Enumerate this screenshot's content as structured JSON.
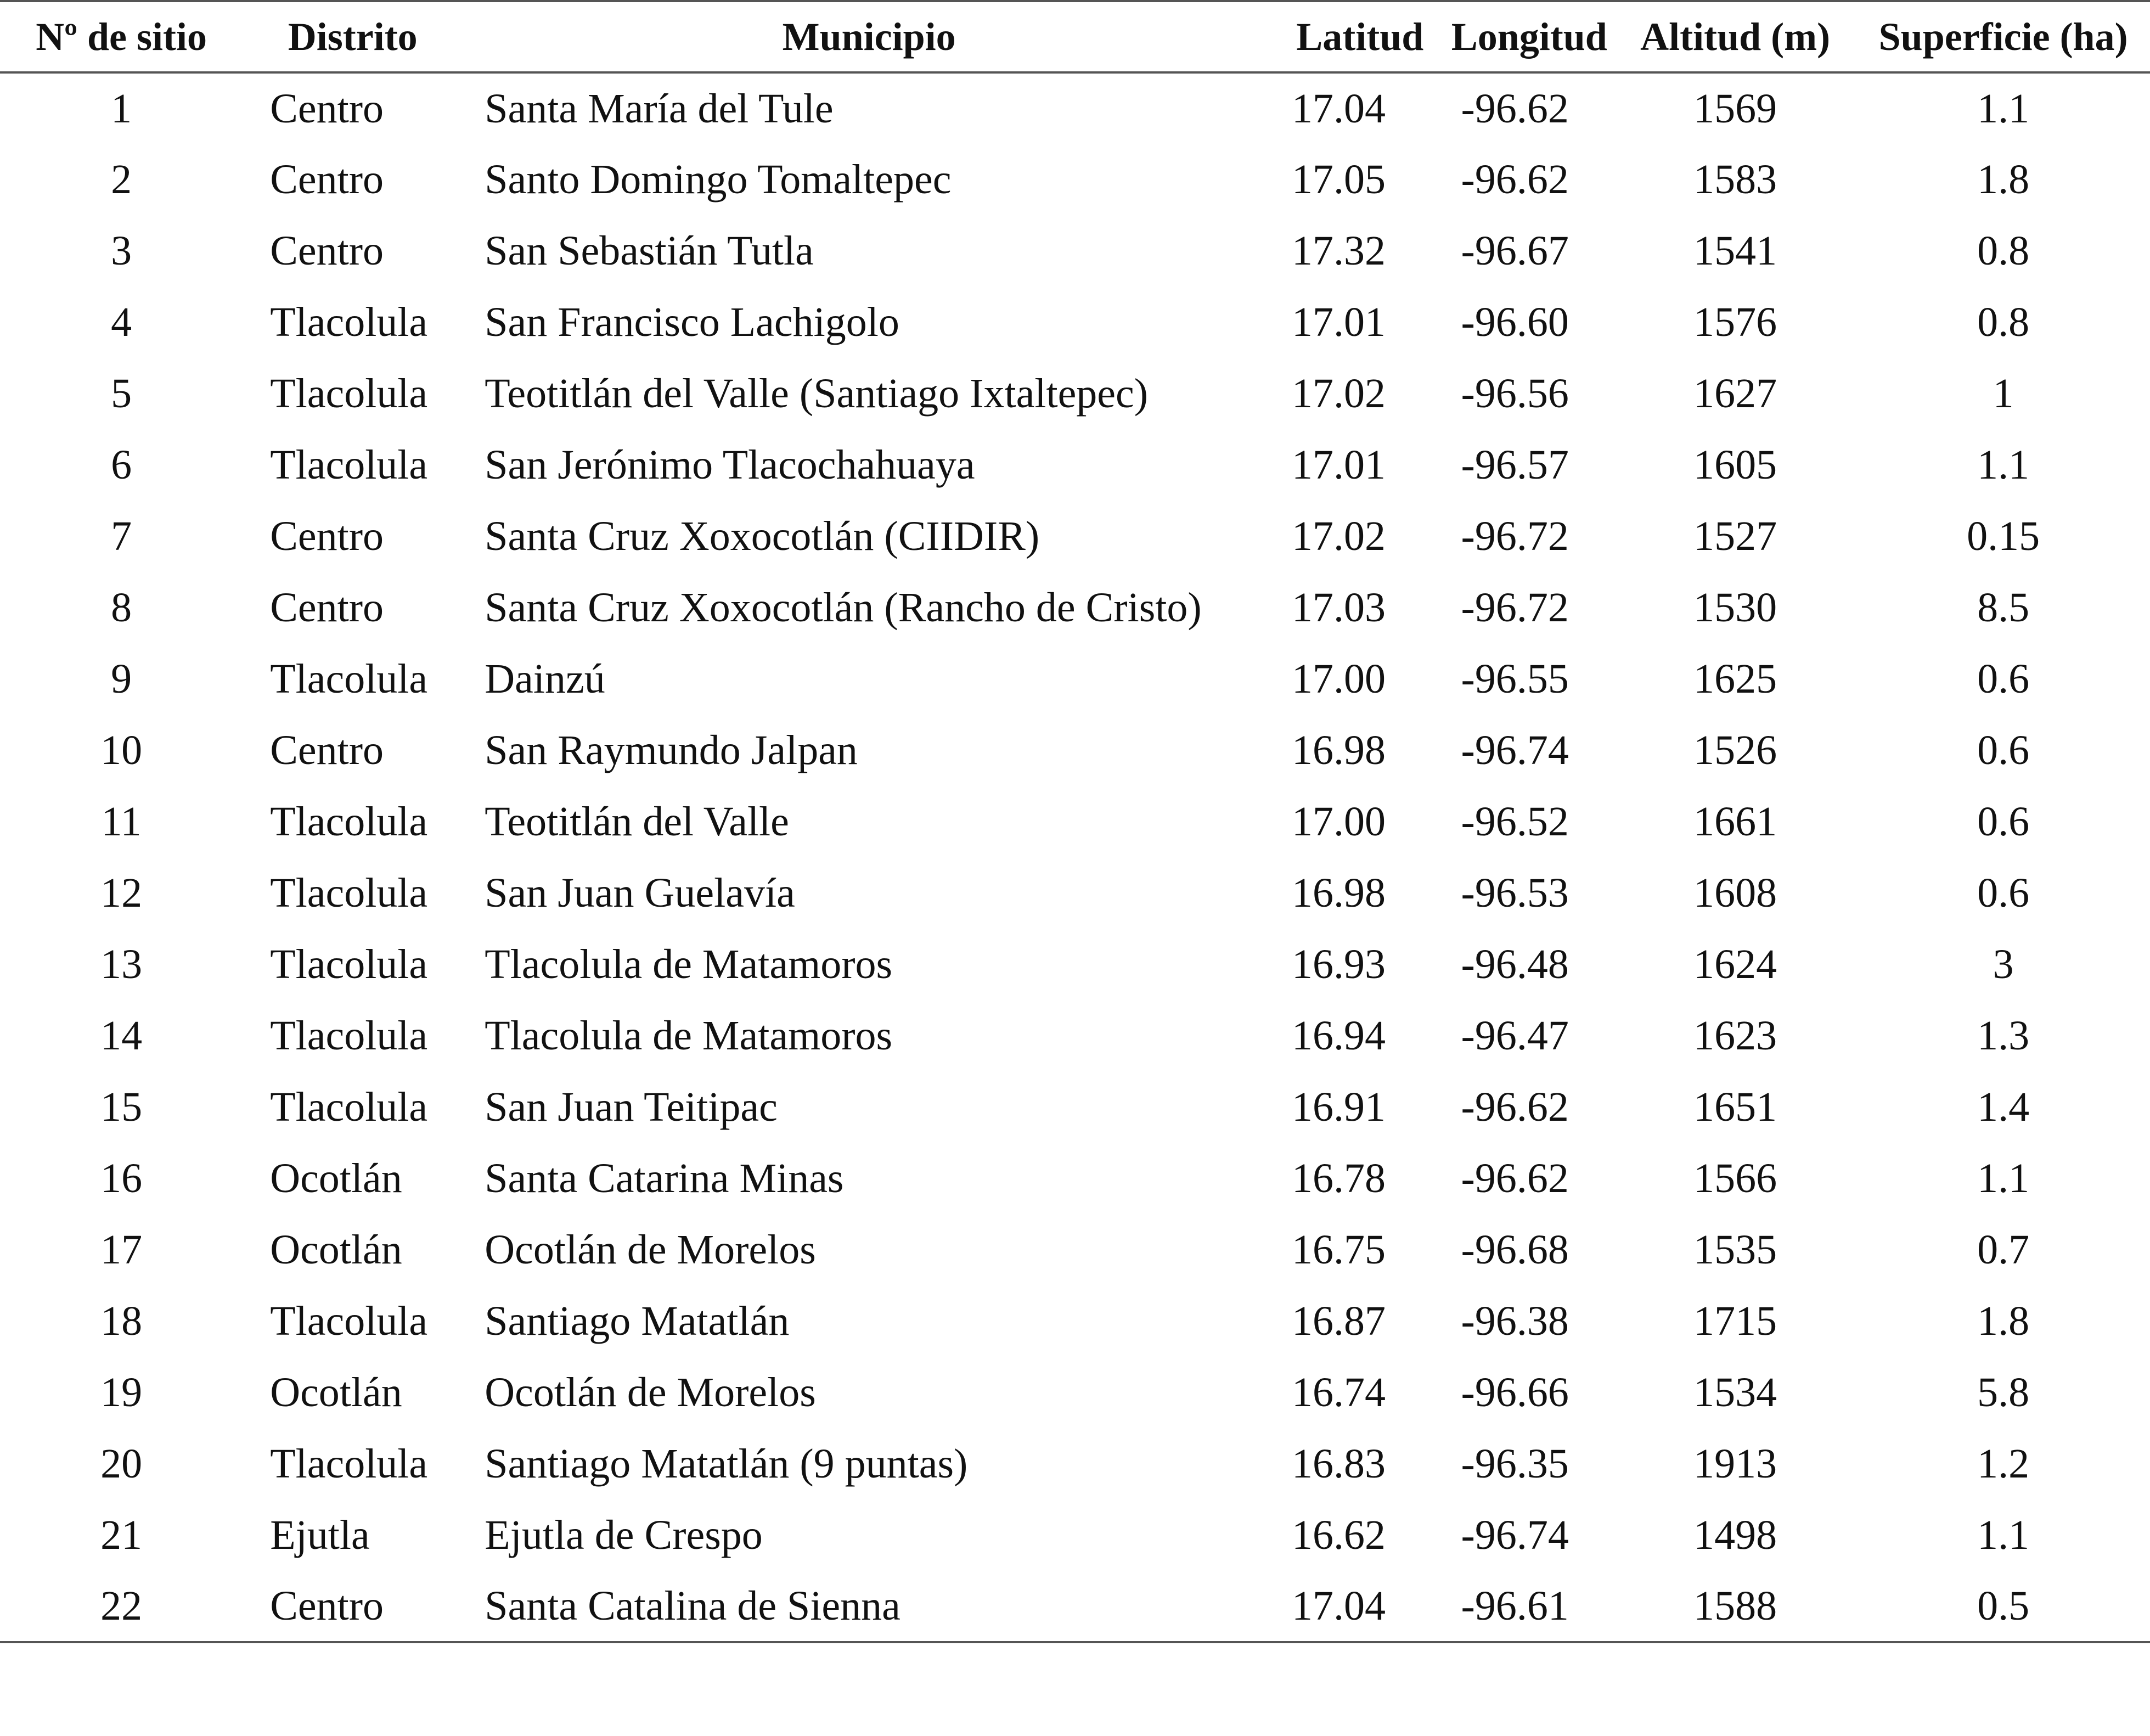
{
  "table": {
    "headers": {
      "sitio": "Nº de sitio",
      "distrito": "Distrito",
      "municipio": "Municipio",
      "latitud": "Latitud",
      "longitud": "Longitud",
      "altitud": "Altitud (m)",
      "superficie": "Superficie (ha)"
    },
    "rows": [
      {
        "sitio": "1",
        "distrito": "Centro",
        "municipio": "Santa María del Tule",
        "latitud": "17.04",
        "longitud": "-96.62",
        "altitud": "1569",
        "superficie": "1.1"
      },
      {
        "sitio": "2",
        "distrito": "Centro",
        "municipio": "Santo Domingo Tomaltepec",
        "latitud": "17.05",
        "longitud": "-96.62",
        "altitud": "1583",
        "superficie": "1.8"
      },
      {
        "sitio": "3",
        "distrito": "Centro",
        "municipio": "San Sebastián Tutla",
        "latitud": "17.32",
        "longitud": "-96.67",
        "altitud": "1541",
        "superficie": "0.8"
      },
      {
        "sitio": "4",
        "distrito": "Tlacolula",
        "municipio": "San Francisco Lachigolo",
        "latitud": "17.01",
        "longitud": "-96.60",
        "altitud": "1576",
        "superficie": "0.8"
      },
      {
        "sitio": "5",
        "distrito": "Tlacolula",
        "municipio": "Teotitlán del Valle (Santiago Ixtaltepec)",
        "latitud": "17.02",
        "longitud": "-96.56",
        "altitud": "1627",
        "superficie": "1"
      },
      {
        "sitio": "6",
        "distrito": "Tlacolula",
        "municipio": "San Jerónimo Tlacochahuaya",
        "latitud": "17.01",
        "longitud": "-96.57",
        "altitud": "1605",
        "superficie": "1.1"
      },
      {
        "sitio": "7",
        "distrito": "Centro",
        "municipio": "Santa Cruz Xoxocotlán (CIIDIR)",
        "latitud": "17.02",
        "longitud": "-96.72",
        "altitud": "1527",
        "superficie": "0.15"
      },
      {
        "sitio": "8",
        "distrito": "Centro",
        "municipio": "Santa Cruz Xoxocotlán (Rancho de Cristo)",
        "latitud": "17.03",
        "longitud": "-96.72",
        "altitud": "1530",
        "superficie": "8.5"
      },
      {
        "sitio": "9",
        "distrito": "Tlacolula",
        "municipio": "Dainzú",
        "latitud": "17.00",
        "longitud": "-96.55",
        "altitud": "1625",
        "superficie": "0.6"
      },
      {
        "sitio": "10",
        "distrito": "Centro",
        "municipio": "San Raymundo Jalpan",
        "latitud": "16.98",
        "longitud": "-96.74",
        "altitud": "1526",
        "superficie": "0.6"
      },
      {
        "sitio": "11",
        "distrito": "Tlacolula",
        "municipio": "Teotitlán del Valle",
        "latitud": "17.00",
        "longitud": "-96.52",
        "altitud": "1661",
        "superficie": "0.6"
      },
      {
        "sitio": "12",
        "distrito": "Tlacolula",
        "municipio": "San Juan Guelavía",
        "latitud": "16.98",
        "longitud": "-96.53",
        "altitud": "1608",
        "superficie": "0.6"
      },
      {
        "sitio": "13",
        "distrito": "Tlacolula",
        "municipio": "Tlacolula de Matamoros",
        "latitud": "16.93",
        "longitud": "-96.48",
        "altitud": "1624",
        "superficie": "3"
      },
      {
        "sitio": "14",
        "distrito": "Tlacolula",
        "municipio": "Tlacolula de Matamoros",
        "latitud": "16.94",
        "longitud": "-96.47",
        "altitud": "1623",
        "superficie": "1.3"
      },
      {
        "sitio": "15",
        "distrito": "Tlacolula",
        "municipio": "San Juan Teitipac",
        "latitud": "16.91",
        "longitud": "-96.62",
        "altitud": "1651",
        "superficie": "1.4"
      },
      {
        "sitio": "16",
        "distrito": "Ocotlán",
        "municipio": "Santa Catarina Minas",
        "latitud": "16.78",
        "longitud": "-96.62",
        "altitud": "1566",
        "superficie": "1.1"
      },
      {
        "sitio": "17",
        "distrito": "Ocotlán",
        "municipio": "Ocotlán de Morelos",
        "latitud": "16.75",
        "longitud": "-96.68",
        "altitud": "1535",
        "superficie": "0.7"
      },
      {
        "sitio": "18",
        "distrito": "Tlacolula",
        "municipio": "Santiago Matatlán",
        "latitud": "16.87",
        "longitud": "-96.38",
        "altitud": "1715",
        "superficie": "1.8"
      },
      {
        "sitio": "19",
        "distrito": "Ocotlán",
        "municipio": "Ocotlán de Morelos",
        "latitud": "16.74",
        "longitud": "-96.66",
        "altitud": "1534",
        "superficie": "5.8"
      },
      {
        "sitio": "20",
        "distrito": "Tlacolula",
        "municipio": "Santiago Matatlán (9 puntas)",
        "latitud": "16.83",
        "longitud": "-96.35",
        "altitud": "1913",
        "superficie": "1.2"
      },
      {
        "sitio": "21",
        "distrito": "Ejutla",
        "municipio": "Ejutla de Crespo",
        "latitud": "16.62",
        "longitud": "-96.74",
        "altitud": "1498",
        "superficie": "1.1"
      },
      {
        "sitio": "22",
        "distrito": "Centro",
        "municipio": "Santa Catalina de Sienna",
        "latitud": "17.04",
        "longitud": "-96.61",
        "altitud": "1588",
        "superficie": "0.5"
      }
    ]
  }
}
